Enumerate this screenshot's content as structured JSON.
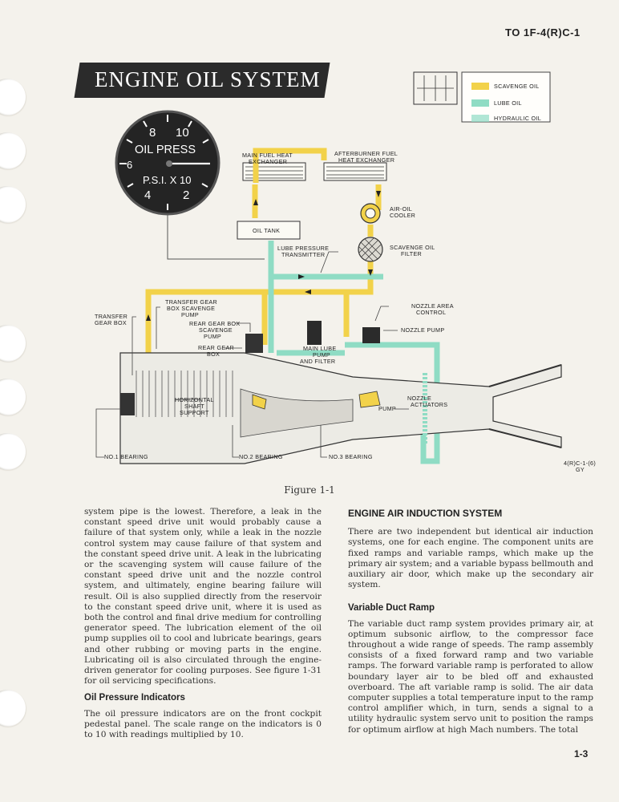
{
  "header": {
    "doc_number": "TO 1F-4(R)C-1"
  },
  "section": {
    "title": "ENGINE OIL SYSTEM"
  },
  "legend": {
    "items": [
      {
        "label": "SCAVENGE OIL",
        "color": "#f2d24a"
      },
      {
        "label": "LUBE OIL",
        "color": "#8fdcc4"
      },
      {
        "label": "HYDRAULIC OIL",
        "color": "#8fdcc4"
      }
    ]
  },
  "gauge": {
    "title": "OIL PRESS",
    "unit": "P.S.I. X 10",
    "ticks": [
      "8",
      "10",
      "6",
      "4",
      "2"
    ]
  },
  "diagram_labels": {
    "main_fuel_heat_exchanger": [
      "MAIN FUEL HEAT",
      "EXCHANGER"
    ],
    "afterburner_fuel_heat_exchanger": [
      "AFTERBURNER FUEL",
      "HEAT EXCHANGER"
    ],
    "air_oil_cooler": [
      "AIR-OIL",
      "COOLER"
    ],
    "oil_tank": "OIL TANK",
    "lube_pressure_transmitter": [
      "LUBE PRESSURE",
      "TRANSMITTER"
    ],
    "scavenge_oil_filter": [
      "SCAVENGE OIL",
      "FILTER"
    ],
    "transfer_gear_box_scavenge_pump": [
      "TRANSFER GEAR",
      "BOX SCAVENGE",
      "PUMP"
    ],
    "transfer_gear_box": [
      "TRANSFER",
      "GEAR BOX"
    ],
    "rear_gear_box_scavenge_pump": [
      "REAR GEAR BOX",
      "SCAVENGE",
      "PUMP"
    ],
    "rear_gear_box": [
      "REAR GEAR",
      "BOX"
    ],
    "main_lube_pump": [
      "MAIN LUBE",
      "PUMP",
      "AND FILTER"
    ],
    "nozzle_area_control": [
      "NOZZLE AREA",
      "CONTROL"
    ],
    "nozzle_pump": "NOZZLE PUMP",
    "horizontal_shaft_support": [
      "HORIZONTAL",
      "SHAFT",
      "SUPPORT"
    ],
    "nozzle_actuators": [
      "NOZZLE",
      "ACTUATORS"
    ],
    "pump": "PUMP",
    "no1_bearing": "NO.1 BEARING",
    "no2_bearing": "NO.2 BEARING",
    "no3_bearing": "NO.3 BEARING",
    "figure_code": [
      "4(R)C-1-(6)",
      "GY"
    ]
  },
  "figure_caption": "Figure 1-1",
  "left_column": {
    "paragraph1": "system pipe is the lowest. Therefore, a leak in the constant speed drive unit would probably cause a failure of that system only, while a leak in the nozzle control system may cause failure of that system and the constant speed drive unit. A leak in the lubricating or the scavenging system will cause failure of the constant speed drive unit and the nozzle control system, and ultimately, engine bearing failure will result. Oil is also supplied directly from the reservoir to the constant speed drive unit, where it is used as both the control and final drive medium for controlling generator speed. The lubrication element of the oil pump supplies oil to cool and lubricate bearings, gears and other rubbing or moving parts in the engine. Lubricating oil is also circulated through the engine-driven generator for cooling purposes. See figure 1-31 for oil servicing specifications.",
    "heading": "Oil Pressure Indicators",
    "paragraph2": "The oil pressure indicators are on the front cockpit pedestal panel. The scale range on the indicators is 0 to 10 with readings multiplied by 10."
  },
  "right_column": {
    "heading": "ENGINE AIR INDUCTION SYSTEM",
    "paragraph1": "There are two independent but identical air induction systems, one for each engine. The component units are fixed ramps and variable ramps, which make up the primary air system; and a variable bypass bellmouth and auxiliary air door, which make up the secondary air system.",
    "subheading": "Variable Duct Ramp",
    "paragraph2": "The variable duct ramp system provides primary air, at optimum subsonic airflow, to the compressor face throughout a wide range of speeds. The ramp assembly consists of a fixed forward ramp and two variable ramps. The forward variable ramp is perforated to allow boundary layer air to be bled off and exhausted overboard. The aft variable ramp is solid. The air data computer supplies a total temperature input to the ramp control amplifier which, in turn, sends a signal to a utility hydraulic system servo unit to position the ramps for optimum airflow at high Mach numbers. The total"
  },
  "page_number": "1-3"
}
